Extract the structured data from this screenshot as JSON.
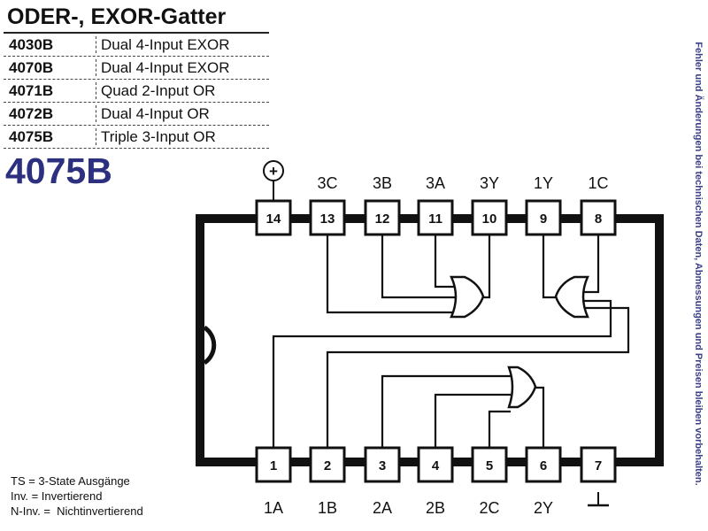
{
  "table": {
    "title": "ODER-, EXOR-Gatter",
    "rows": [
      {
        "code": "4030B",
        "desc": "Dual 4-Input EXOR"
      },
      {
        "code": "4070B",
        "desc": "Dual 4-Input EXOR"
      },
      {
        "code": "4071B",
        "desc": "Quad 2-Input OR"
      },
      {
        "code": "4072B",
        "desc": "Dual 4-Input OR"
      },
      {
        "code": "4075B",
        "desc": "Triple 3-Input OR"
      }
    ]
  },
  "chip_title": "4075B",
  "notes": [
    "TS = 3-State Ausgänge",
    "Inv. = Invertierend",
    "N-Inv. =  Nichtinvertierend"
  ],
  "side_text": "Fehler und Änderungen bei technischen Daten, Abmessungen und Preisen bleiben vorbehalten.",
  "power_symbol": "+",
  "top_pins": [
    {
      "num": "14",
      "label": ""
    },
    {
      "num": "13",
      "label": "3C"
    },
    {
      "num": "12",
      "label": "3B"
    },
    {
      "num": "11",
      "label": "3A"
    },
    {
      "num": "10",
      "label": "3Y"
    },
    {
      "num": "9",
      "label": "1Y"
    },
    {
      "num": "8",
      "label": "1C"
    }
  ],
  "bottom_pins": [
    {
      "num": "1",
      "label": "1A"
    },
    {
      "num": "2",
      "label": "1B"
    },
    {
      "num": "3",
      "label": "2A"
    },
    {
      "num": "4",
      "label": "2B"
    },
    {
      "num": "5",
      "label": "2C"
    },
    {
      "num": "6",
      "label": "2Y"
    },
    {
      "num": "7",
      "label": ""
    }
  ]
}
